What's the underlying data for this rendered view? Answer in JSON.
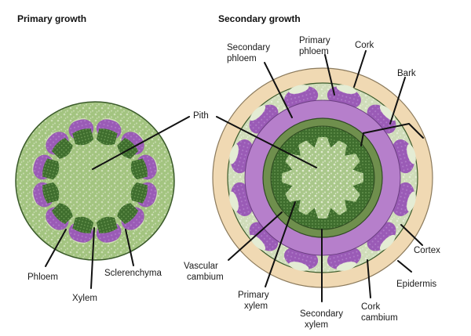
{
  "titles": {
    "primary": "Primary growth",
    "secondary": "Secondary growth"
  },
  "labels": {
    "pith": "Pith",
    "phloem": "Phloem",
    "xylem": "Xylem",
    "sclerenchyma": "Sclerenchyma",
    "secondary_phloem": [
      "Secondary",
      "phloem"
    ],
    "primary_phloem": [
      "Primary",
      "phloem"
    ],
    "cork": "Cork",
    "bark": "Bark",
    "cortex": "Cortex",
    "epidermis": "Epidermis",
    "vascular_cambium": [
      "Vascular",
      "cambium"
    ],
    "primary_xylem": [
      "Primary",
      "xylem"
    ],
    "secondary_xylem": [
      "Secondary",
      "xylem"
    ],
    "cork_cambium": [
      "Cork",
      "cambium"
    ]
  },
  "colors": {
    "ground_tissue": "#a9c78a",
    "phloem_purple": "#9b5cb6",
    "xylem_green": "#4f7d3a",
    "vascular_cambium": "#6e8f4c",
    "secondary_phloem_ring": "#b07dc6",
    "cork": "#f0d9b5",
    "outline": "#2f4a22",
    "pith_dots": "#e9f0dc"
  }
}
